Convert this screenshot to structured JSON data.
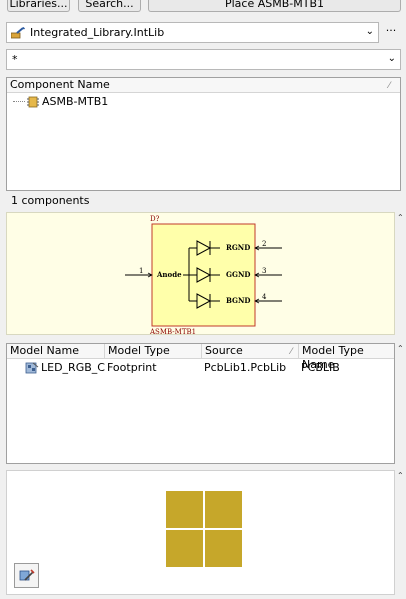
{
  "toolbar": {
    "libraries_label": "Libraries...",
    "search_label": "Search...",
    "place_label": "Place ASMB-MTB1"
  },
  "library_select": {
    "value": "Integrated_Library.IntLib",
    "more_label": "···"
  },
  "filter": {
    "value": "*"
  },
  "components": {
    "column_header": "Component Name",
    "items": [
      {
        "name": "ASMB-MTB1"
      }
    ],
    "count_label": "1 components"
  },
  "schematic": {
    "designator": "D?",
    "comment": "ASMB-MTB1",
    "pins": [
      {
        "number": "1",
        "name": "Anode"
      },
      {
        "number": "2",
        "name": "RGND"
      },
      {
        "number": "3",
        "name": "GGND"
      },
      {
        "number": "4",
        "name": "BGND"
      }
    ]
  },
  "models": {
    "columns": [
      "Model Name",
      "Model Type",
      "Source",
      "Model Type Name"
    ],
    "rows": [
      {
        "name": "LED_RGB_CM",
        "type": "Footprint",
        "source": "PcbLib1.PcbLib",
        "type_name": "PCBLIB"
      }
    ]
  },
  "colors": {
    "symbol_fill": "#ffffaa",
    "symbol_border": "#c0392b",
    "pad_color": "#c6a72a",
    "preview_bg": "#fffee6"
  }
}
